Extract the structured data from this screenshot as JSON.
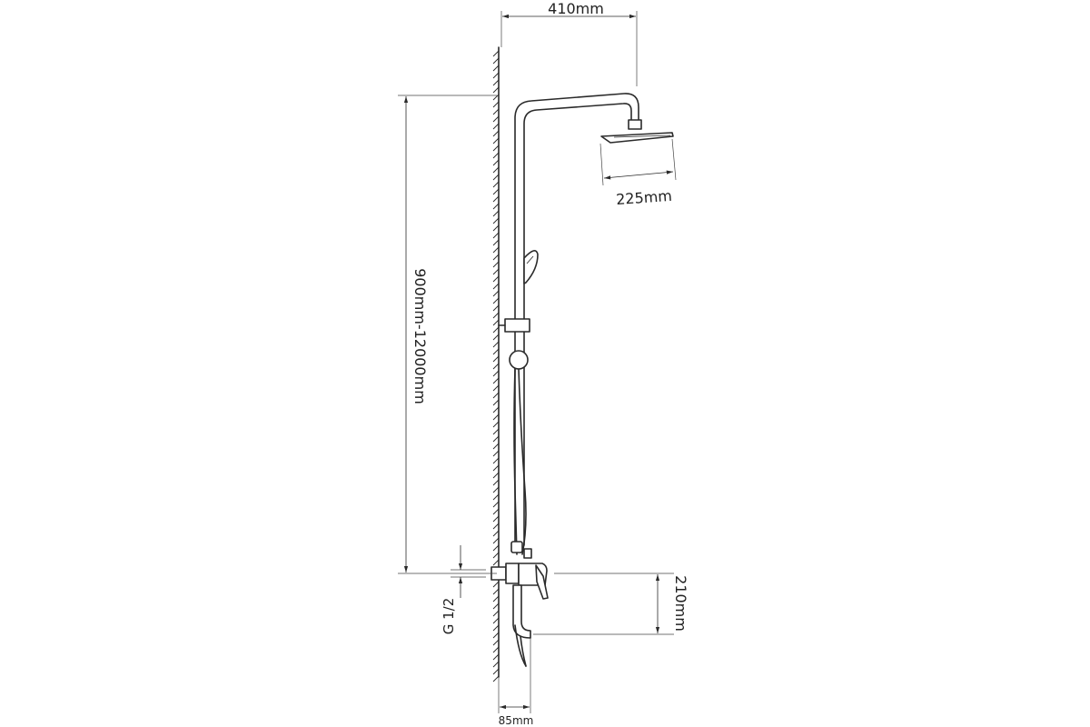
{
  "dimensions": {
    "arm_reach": "410mm",
    "head_diameter": "225mm",
    "column_height": "900mm-12000mm",
    "mixer_to_spout": "210mm",
    "inlet_thread": "G 1/2",
    "wall_offset": "85mm"
  },
  "colors": {
    "line": "#2a2a2a",
    "background": "#ffffff"
  }
}
